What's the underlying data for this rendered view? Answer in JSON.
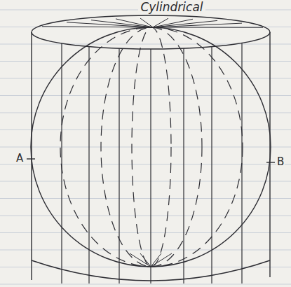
{
  "diagram": {
    "title": "Cylindrical",
    "labels": [
      "A",
      "B"
    ]
  }
}
